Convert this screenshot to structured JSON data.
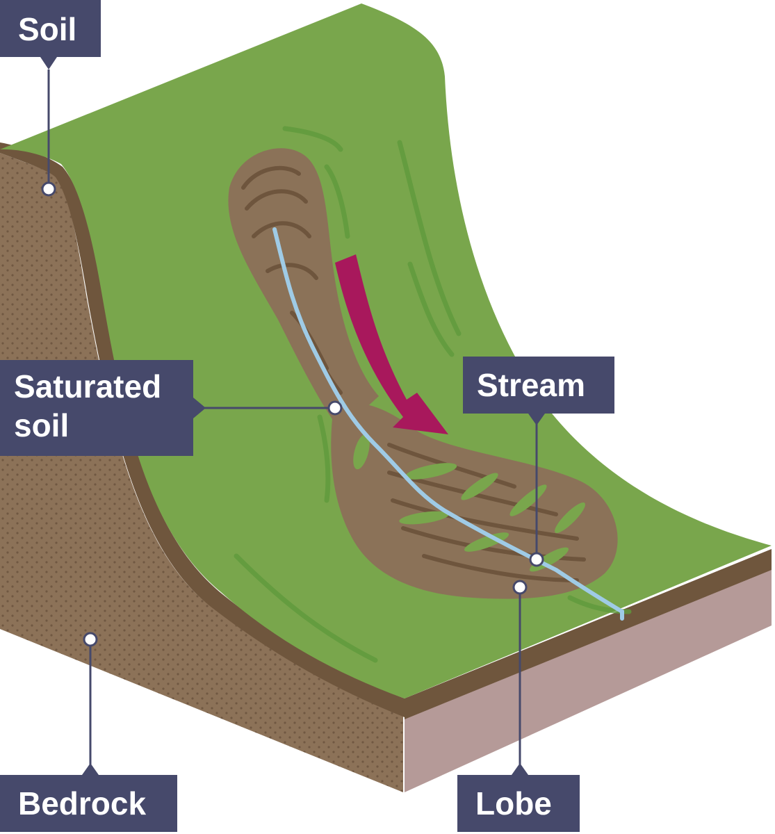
{
  "labels": {
    "soil": "Soil",
    "saturated_line1": "Saturated",
    "saturated_line2": "soil",
    "stream": "Stream",
    "bedrock": "Bedrock",
    "lobe": "Lobe"
  },
  "colors": {
    "grass": "#79a64c",
    "grass_dark": "#5f9a3c",
    "soil_brown": "#8c7258",
    "soil_dark": "#6f563d",
    "flow_brown": "#8b7258",
    "bedrock_side": "#b59a98",
    "label_box": "#46496b",
    "arrow": "#a8185c",
    "stream": "#9fcbe6",
    "leader": "#46496b"
  }
}
